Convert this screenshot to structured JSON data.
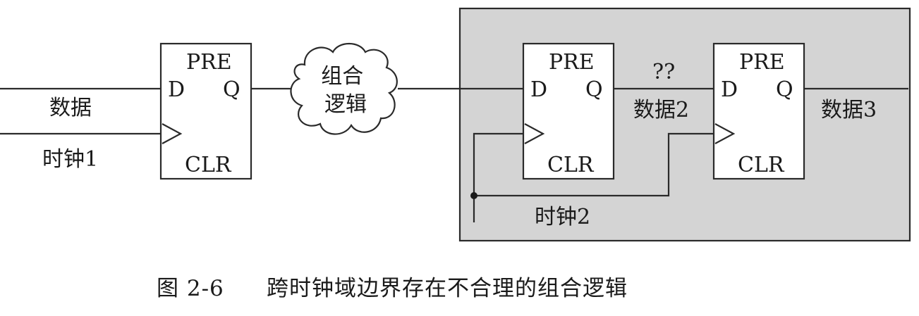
{
  "flipflop_pins": {
    "preset": "PRE",
    "data": "D",
    "output": "Q",
    "clear": "CLR"
  },
  "combinational_logic": "组合\n逻辑",
  "signals": {
    "data_in": "数据",
    "clock1": "时钟1",
    "unknown": "??",
    "data2": "数据2",
    "data3": "数据3",
    "clock2": "时钟2"
  },
  "caption": {
    "number": "图 2-6",
    "text": "跨时钟域边界存在不合理的组合逻辑"
  },
  "colors": {
    "line": "#2a2a2a",
    "domain_fill": "#d4d4d4",
    "box_fill": "#ffffff"
  }
}
